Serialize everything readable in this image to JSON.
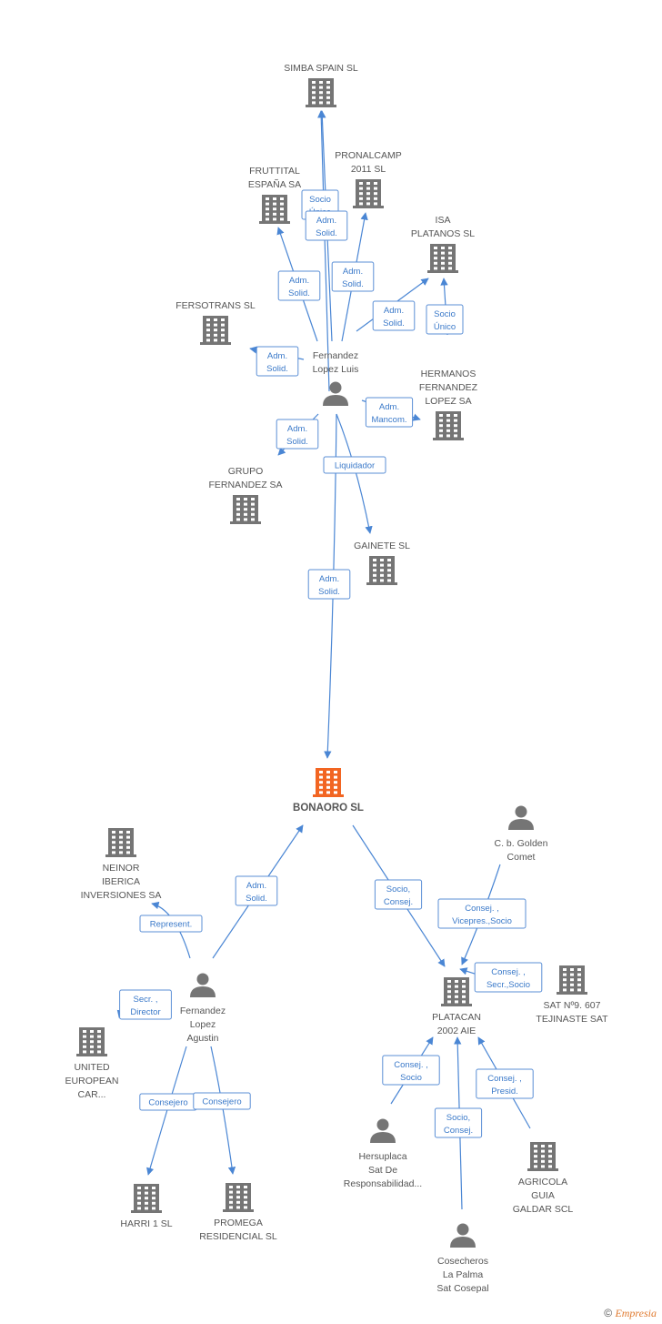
{
  "colors": {
    "company": "#757575",
    "main_company": "#f26522",
    "person": "#757575",
    "edge": "#4a86d4",
    "badge_text": "#3a79c9"
  },
  "nodes": [
    {
      "id": "simba",
      "type": "company",
      "lines": [
        "SIMBA SPAIN  SL"
      ]
    },
    {
      "id": "pronalcamp",
      "type": "company",
      "lines": [
        "PRONALCAMP",
        "2011 SL"
      ]
    },
    {
      "id": "fruttital",
      "type": "company",
      "lines": [
        "FRUTTITAL",
        "ESPAÑA SA"
      ]
    },
    {
      "id": "isa",
      "type": "company",
      "lines": [
        "ISA",
        "PLATANOS SL"
      ]
    },
    {
      "id": "fersotrans",
      "type": "company",
      "lines": [
        "FERSOTRANS SL"
      ]
    },
    {
      "id": "fernandez_luis",
      "type": "person",
      "lines": [
        "Fernandez",
        "Lopez Luis"
      ]
    },
    {
      "id": "hermanos",
      "type": "company",
      "lines": [
        "HERMANOS",
        "FERNANDEZ",
        "LOPEZ SA"
      ]
    },
    {
      "id": "grupo",
      "type": "company",
      "lines": [
        "GRUPO",
        "FERNANDEZ SA"
      ]
    },
    {
      "id": "gainete",
      "type": "company",
      "lines": [
        "GAINETE SL"
      ]
    },
    {
      "id": "bonaoro",
      "type": "main",
      "lines": [
        "BONAORO SL"
      ]
    },
    {
      "id": "neinor",
      "type": "company",
      "lines": [
        "NEINOR",
        "IBERICA",
        "INVERSIONES SA"
      ]
    },
    {
      "id": "cbgolden",
      "type": "person",
      "lines": [
        "C. b. Golden",
        "Comet"
      ]
    },
    {
      "id": "fernandez_agustin",
      "type": "person",
      "lines": [
        "Fernandez",
        "Lopez",
        "Agustin"
      ]
    },
    {
      "id": "united",
      "type": "company",
      "lines": [
        "UNITED",
        "EUROPEAN",
        "CAR..."
      ]
    },
    {
      "id": "platacan",
      "type": "company",
      "lines": [
        "PLATACAN",
        "2002  AIE"
      ]
    },
    {
      "id": "sat",
      "type": "company",
      "lines": [
        "SAT Nº9. 607",
        "TEJINASTE SAT"
      ]
    },
    {
      "id": "hersuplaca",
      "type": "person",
      "lines": [
        "Hersuplaca",
        "Sat De",
        "Responsabilidad..."
      ]
    },
    {
      "id": "agricola",
      "type": "company",
      "lines": [
        "AGRICOLA",
        "GUIA",
        "GALDAR SCL"
      ]
    },
    {
      "id": "harri",
      "type": "company",
      "lines": [
        "HARRI 1 SL"
      ]
    },
    {
      "id": "promega",
      "type": "company",
      "lines": [
        "PROMEGA",
        "RESIDENCIAL SL"
      ]
    },
    {
      "id": "cosecheros",
      "type": "person",
      "lines": [
        "Cosecheros",
        "La Palma",
        "Sat Cosepal"
      ]
    }
  ],
  "relations": [
    {
      "from": "fernandez_luis",
      "to": "simba",
      "lines": [
        "Socio",
        "Único"
      ]
    },
    {
      "from": "fernandez_luis",
      "to": "fruttital",
      "lines": [
        "Adm.",
        "Solid."
      ]
    },
    {
      "from": "fernandez_luis",
      "to": "simba",
      "lines": [
        "Adm.",
        "Solid."
      ]
    },
    {
      "from": "fernandez_luis",
      "to": "pronalcamp",
      "lines": [
        "Adm.",
        "Solid."
      ]
    },
    {
      "from": "fernandez_luis",
      "to": "isa",
      "lines": [
        "Adm.",
        "Solid."
      ]
    },
    {
      "from": "hermanos",
      "to": "isa",
      "lines": [
        "Socio",
        "Único"
      ]
    },
    {
      "from": "fernandez_luis",
      "to": "fersotrans",
      "lines": [
        "Adm.",
        "Solid."
      ]
    },
    {
      "from": "fernandez_luis",
      "to": "hermanos",
      "lines": [
        "Adm.",
        "Mancom."
      ]
    },
    {
      "from": "fernandez_luis",
      "to": "grupo",
      "lines": [
        "Adm.",
        "Solid."
      ]
    },
    {
      "from": "fernandez_luis",
      "to": "gainete",
      "lines": [
        "Liquidador"
      ]
    },
    {
      "from": "fernandez_luis",
      "to": "bonaoro",
      "lines": [
        "Adm.",
        "Solid."
      ]
    },
    {
      "from": "fernandez_agustin",
      "to": "bonaoro",
      "lines": [
        "Adm.",
        "Solid."
      ]
    },
    {
      "from": "fernandez_agustin",
      "to": "neinor",
      "lines": [
        "Represent."
      ]
    },
    {
      "from": "fernandez_agustin",
      "to": "united",
      "lines": [
        "Secr. ,",
        "Director"
      ]
    },
    {
      "from": "fernandez_agustin",
      "to": "harri",
      "lines": [
        "Consejero"
      ]
    },
    {
      "from": "fernandez_agustin",
      "to": "promega",
      "lines": [
        "Consejero"
      ]
    },
    {
      "from": "bonaoro",
      "to": "platacan",
      "lines": [
        "Socio,",
        "Consej."
      ]
    },
    {
      "from": "cbgolden",
      "to": "platacan",
      "lines": [
        "Consej. ,",
        "Vicepres.,Socio"
      ]
    },
    {
      "from": "sat",
      "to": "platacan",
      "lines": [
        "Consej. ,",
        "Secr.,Socio"
      ]
    },
    {
      "from": "hersuplaca",
      "to": "platacan",
      "lines": [
        "Consej. ,",
        "Socio"
      ]
    },
    {
      "from": "cosecheros",
      "to": "platacan",
      "lines": [
        "Socio,",
        "Consej."
      ]
    },
    {
      "from": "agricola",
      "to": "platacan",
      "lines": [
        "Consej. ,",
        "Presid."
      ]
    }
  ],
  "footer": {
    "copyright": "©",
    "brand": "Empresia"
  }
}
